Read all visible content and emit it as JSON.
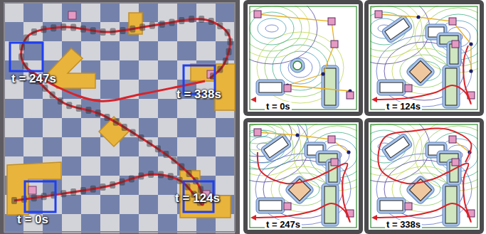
{
  "diagram": {
    "labels": [
      "t = 247s",
      "t = 338s",
      "t = 0s",
      "t = 124s",
      "t = 0s",
      "t = 124s",
      "t = 247s",
      "t = 338s"
    ]
  }
}
